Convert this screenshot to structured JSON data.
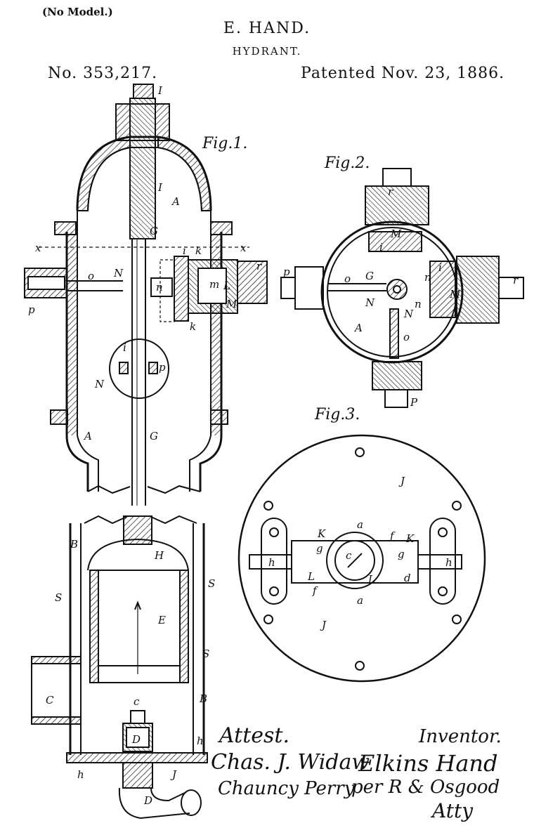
{
  "header": {
    "no_model": "(No Model.)",
    "inventor": "E. HAND.",
    "title": "HYDRANT.",
    "patent_number": "No. 353,217.",
    "patent_date": "Patented Nov. 23, 1886."
  },
  "figures": {
    "fig1": "Fig.1.",
    "fig2": "Fig.2.",
    "fig3": "Fig.3."
  },
  "signatures": {
    "attest_label": "Attest.",
    "witness1": "Chas. J. Widaw",
    "witness2": "Chauncy Perry",
    "inventor_label": "Inventor.",
    "inventor_name": "Elkins Hand",
    "attorney": "per R & Osgood",
    "attorney_label": "Atty"
  }
}
